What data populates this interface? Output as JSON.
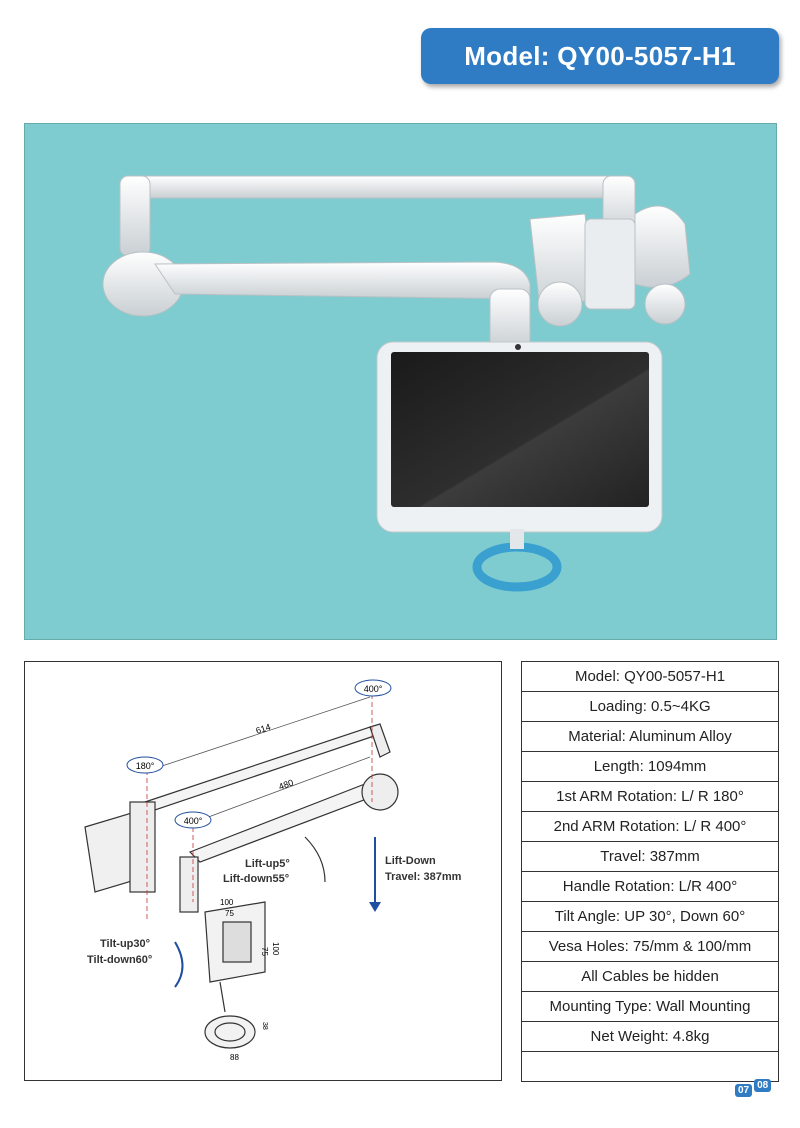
{
  "header": {
    "model_title": "Model:  QY00-5057-H1"
  },
  "diagram": {
    "rot_top": "400°",
    "rot_left": "180°",
    "rot_mid": "400°",
    "dim_614": "614",
    "dim_480": "480",
    "lift": "Lift-up5°",
    "lift2": "Lift-down55°",
    "travel": "Lift-Down",
    "travel2": "Travel: 387mm",
    "tilt": "Tilt-up30°",
    "tilt2": "Tilt-down60°",
    "dim_100a": "100",
    "dim_75a": "75",
    "dim_75b": "75",
    "dim_100b": "100",
    "dim_88": "88",
    "dim_38": "38"
  },
  "specs": [
    "Model: QY00-5057-H1",
    "Loading: 0.5~4KG",
    "Material: Aluminum Alloy",
    "Length: 1094mm",
    "1st ARM Rotation: L/ R 180°",
    "2nd ARM Rotation: L/ R 400°",
    "Travel: 387mm",
    "Handle  Rotation: L/R 400°",
    "Tilt Angle: UP 30°, Down 60°",
    "Vesa Holes: 75/mm & 100/mm",
    "All Cables be hidden",
    "Mounting Type: Wall Mounting",
    "Net Weight: 4.8kg",
    ""
  ],
  "pages": {
    "left": "07",
    "right": "08"
  }
}
